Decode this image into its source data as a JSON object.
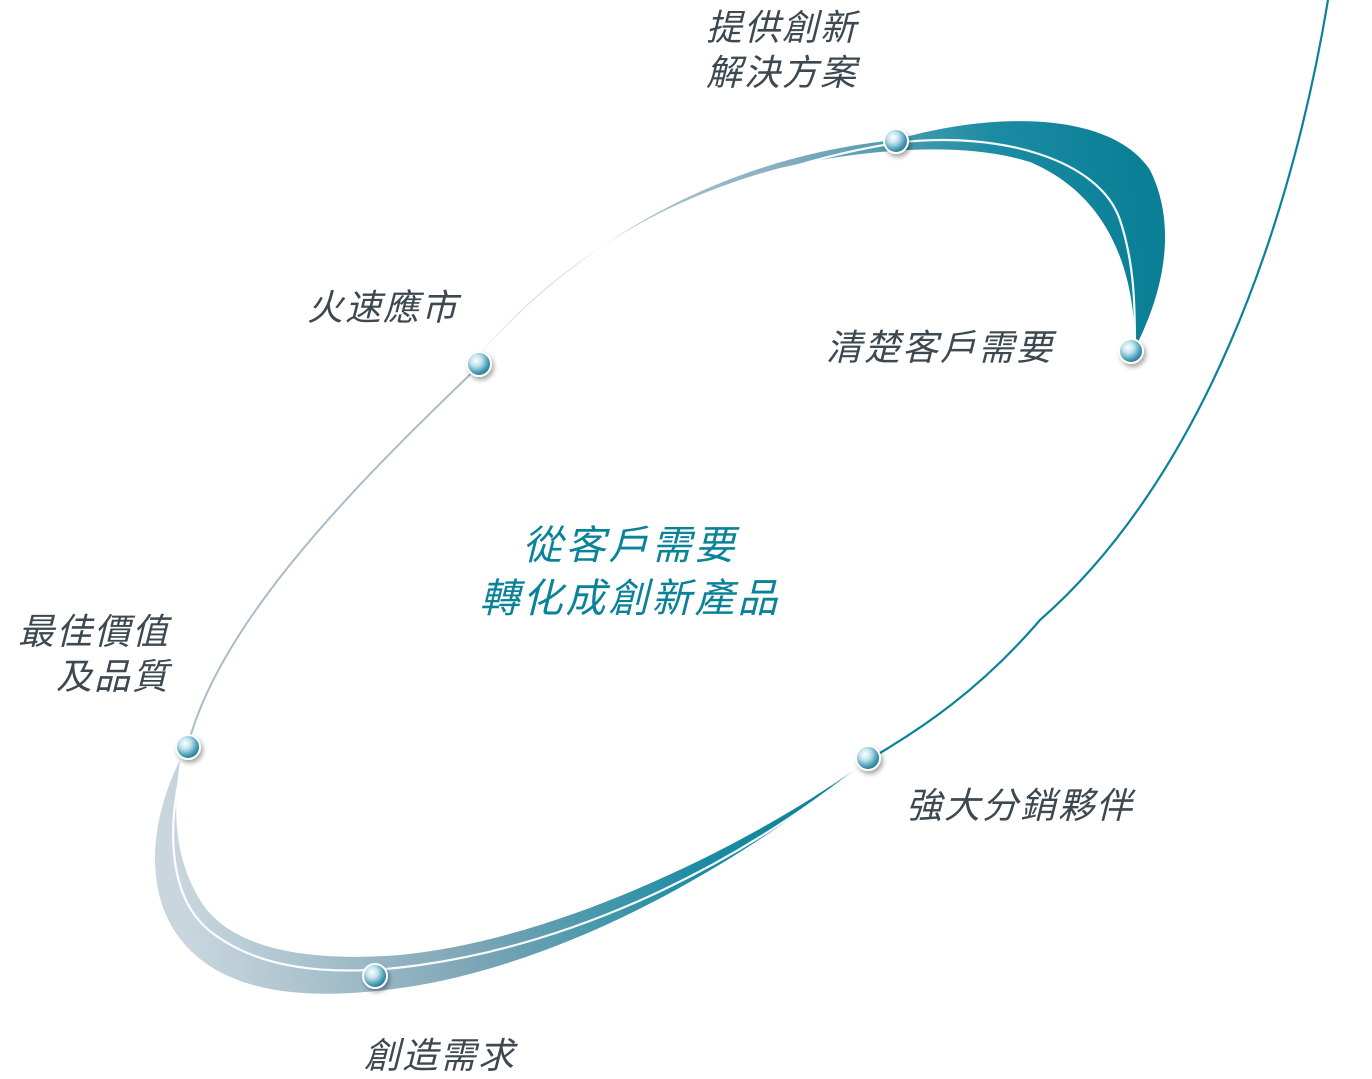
{
  "center": {
    "line1": "從客戶需要",
    "line2": "轉化成創新產品"
  },
  "nodes": [
    {
      "id": "provide-innovative-solutions",
      "lines": [
        "提供創新",
        "解決方案"
      ]
    },
    {
      "id": "speed-to-market",
      "lines": [
        "火速應市"
      ]
    },
    {
      "id": "understand-customer-needs",
      "lines": [
        "清楚客戶需要"
      ]
    },
    {
      "id": "best-value-quality",
      "lines": [
        "最佳價值",
        "及品質"
      ]
    },
    {
      "id": "strong-distribution-partners",
      "lines": [
        "強大分銷夥伴"
      ]
    },
    {
      "id": "create-demand",
      "lines": [
        "創造需求"
      ]
    }
  ],
  "colors": {
    "accent": "#0a8299",
    "ribbon_light": "#b7c9d3",
    "label": "#3d4850"
  }
}
